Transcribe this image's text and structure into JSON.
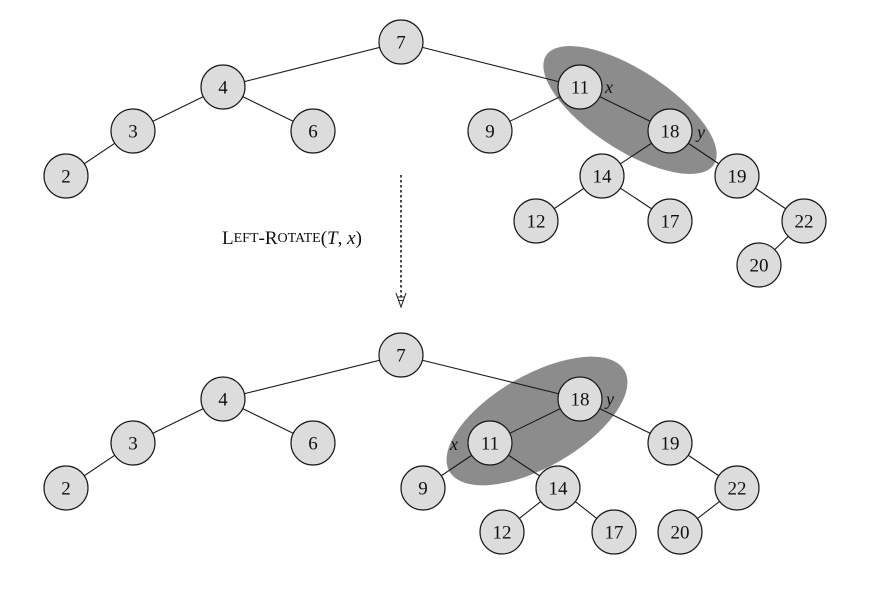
{
  "operation": {
    "name_initial_1": "L",
    "name_smallcaps_1": "EFT",
    "name_hyphen": "-",
    "name_initial_2": "R",
    "name_smallcaps_2": "OTATE",
    "args_open": "(",
    "arg_tree": "T",
    "arg_sep": ", ",
    "arg_node": "x",
    "args_close": ")"
  },
  "colors": {
    "node_fill": "#dcdcdc",
    "highlight": "#8c8c8c",
    "edge": "#1a1a1a"
  },
  "before": {
    "nodes": [
      {
        "id": "b7",
        "label": "7"
      },
      {
        "id": "b4",
        "label": "4"
      },
      {
        "id": "b3",
        "label": "3"
      },
      {
        "id": "b6",
        "label": "6"
      },
      {
        "id": "b2",
        "label": "2"
      },
      {
        "id": "b11",
        "label": "11"
      },
      {
        "id": "b9",
        "label": "9"
      },
      {
        "id": "b18",
        "label": "18"
      },
      {
        "id": "b14",
        "label": "14"
      },
      {
        "id": "b19",
        "label": "19"
      },
      {
        "id": "b12",
        "label": "12"
      },
      {
        "id": "b17",
        "label": "17"
      },
      {
        "id": "b22",
        "label": "22"
      },
      {
        "id": "b20",
        "label": "20"
      }
    ],
    "pointer_x": "x",
    "pointer_y": "y"
  },
  "after": {
    "nodes": [
      {
        "id": "a7",
        "label": "7"
      },
      {
        "id": "a4",
        "label": "4"
      },
      {
        "id": "a3",
        "label": "3"
      },
      {
        "id": "a6",
        "label": "6"
      },
      {
        "id": "a2",
        "label": "2"
      },
      {
        "id": "a18",
        "label": "18"
      },
      {
        "id": "a11",
        "label": "11"
      },
      {
        "id": "a19",
        "label": "19"
      },
      {
        "id": "a9",
        "label": "9"
      },
      {
        "id": "a14",
        "label": "14"
      },
      {
        "id": "a22",
        "label": "22"
      },
      {
        "id": "a12",
        "label": "12"
      },
      {
        "id": "a17",
        "label": "17"
      },
      {
        "id": "a20",
        "label": "20"
      }
    ],
    "pointer_x": "x",
    "pointer_y": "y"
  }
}
